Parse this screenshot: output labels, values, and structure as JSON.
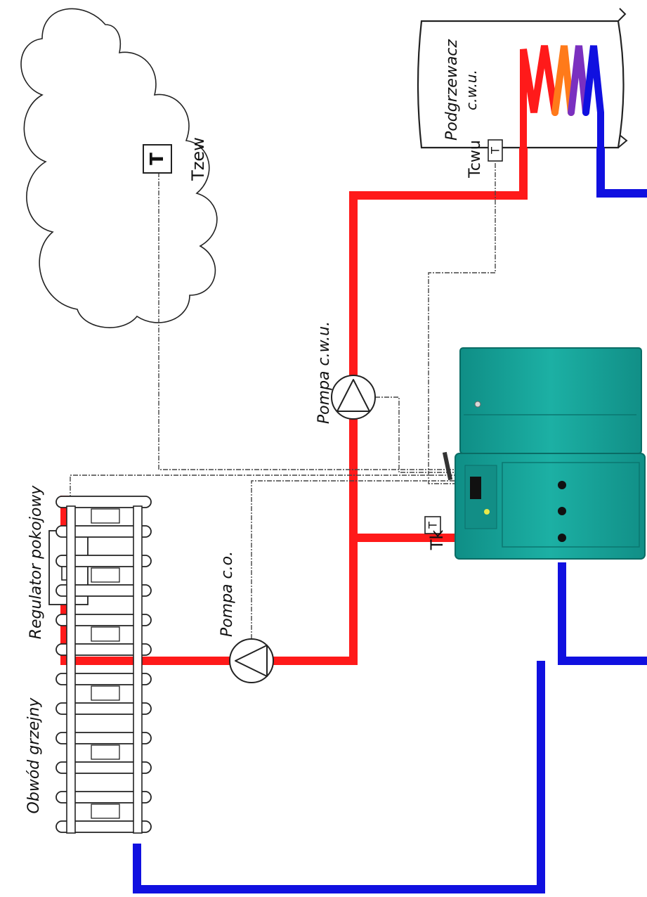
{
  "labels": {
    "heater_name": "Podgrzewacz",
    "heater_sub": "c.w.u.",
    "sensor_outdoor": "Tzew",
    "sensor_dhw": "Tcwu",
    "sensor_boiler": "Tk",
    "pump_dhw": "Pompa c.w.u.",
    "pump_ch": "Pompa c.o.",
    "room_regulator": "Regulator pokojowy",
    "radiator_circuit": "Obwód grzejny",
    "t_glyph": "T"
  },
  "colors": {
    "supply": "#ff1a1a",
    "return": "#1010e0",
    "boiler_body": "#15a398",
    "boiler_dark": "#0d7f77",
    "coil_orange": "#ff7a1a",
    "coil_purple": "#7a30c0",
    "wire": "#444444"
  }
}
